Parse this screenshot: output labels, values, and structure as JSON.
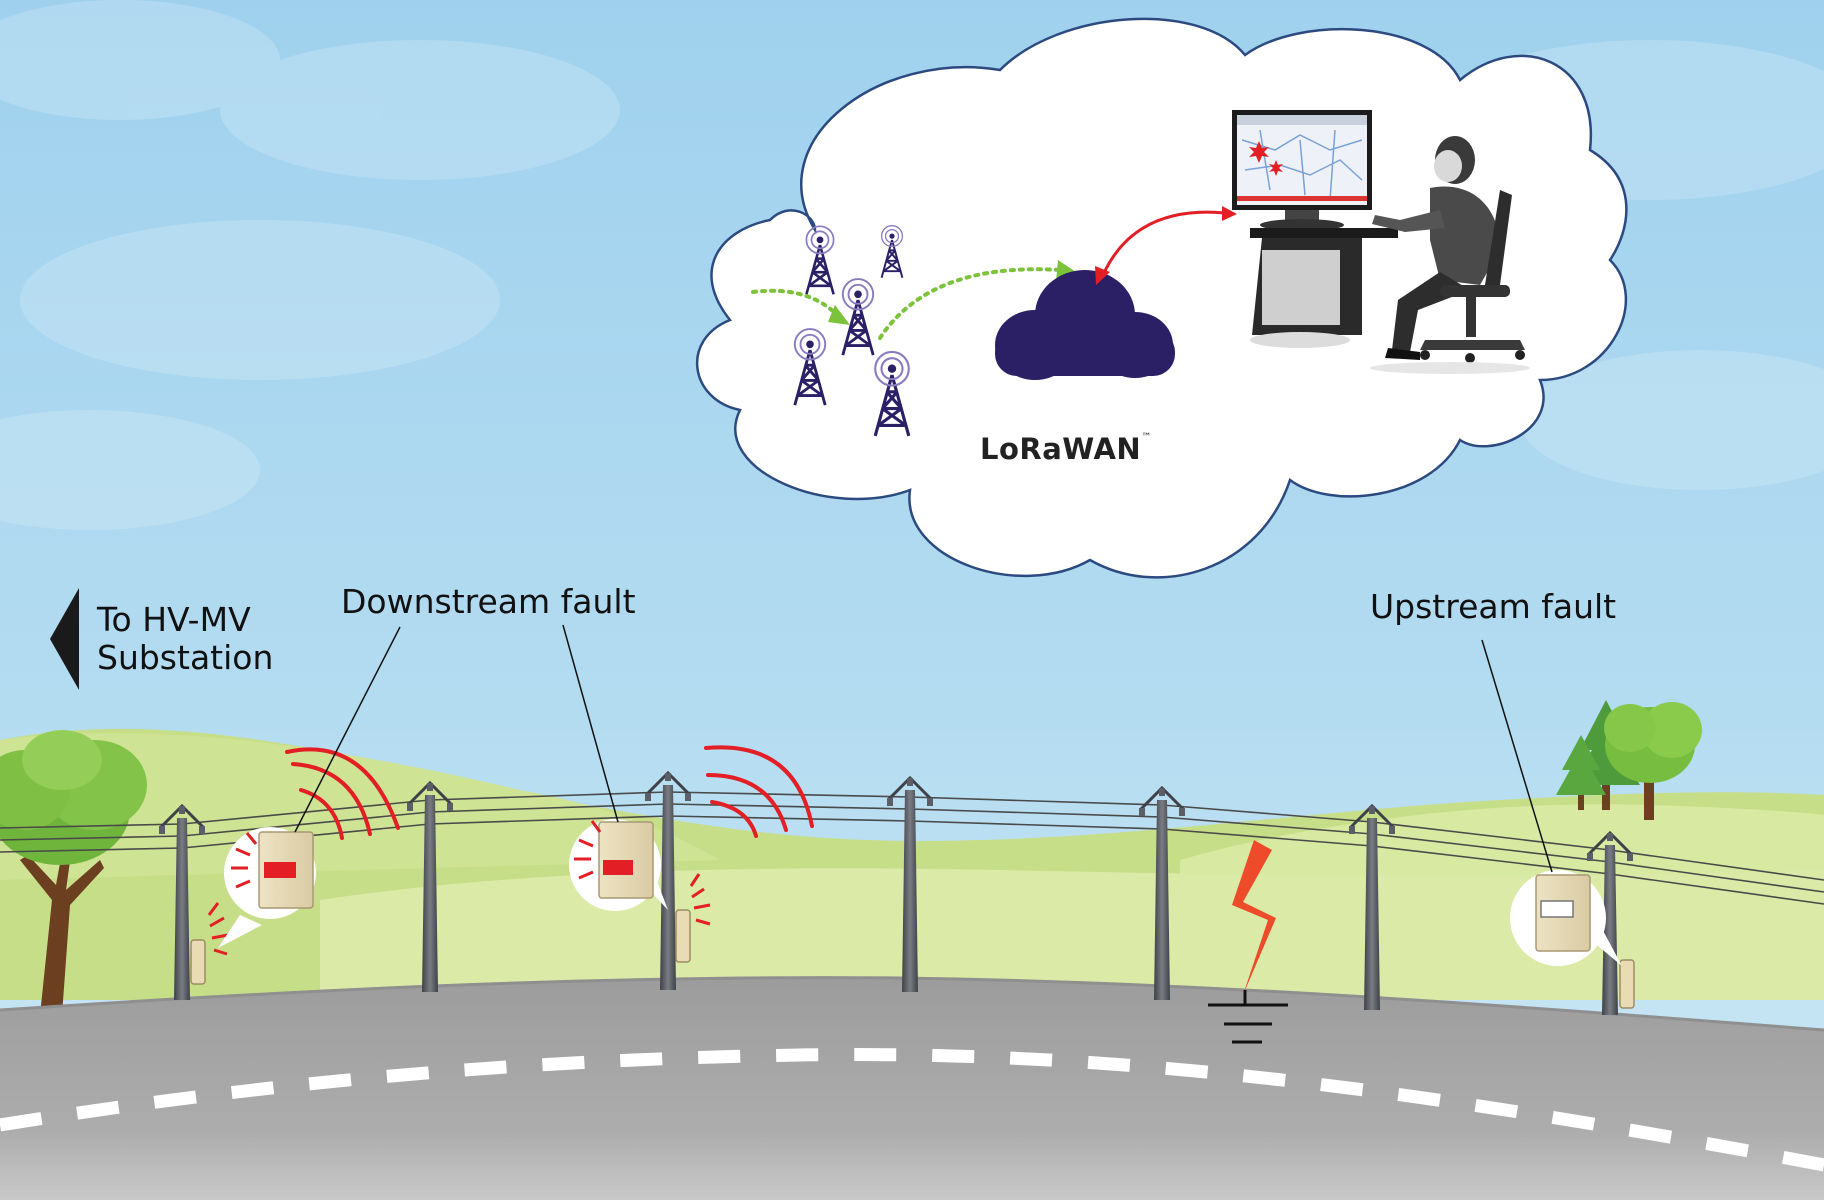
{
  "labels": {
    "substation_line1": "To HV-MV",
    "substation_line2": "Substation",
    "downstream": "Downstream fault",
    "upstream": "Upstream fault",
    "network": "LoRaWAN",
    "trademark": "™"
  },
  "icons": {
    "substation_direction": "left-arrow-icon",
    "gateways": "radio-tower-icon",
    "network_server": "cloud-icon",
    "operator": "operator-workstation-icon",
    "fault": "lightning-fault-icon",
    "ground": "ground-symbol-icon",
    "sensor_active": "fault-indicator-alarm-icon",
    "sensor_idle": "fault-indicator-idle-icon"
  },
  "colors": {
    "sky": "#a9d6ef",
    "hill": "#d6e79e",
    "road": "#a6a6a6",
    "signal": "#e31e24",
    "fault": "#ee4b2b",
    "cloud_outline": "#2c4a80",
    "network_cloud": "#2b1f66",
    "data_path": "#7cc23a"
  }
}
